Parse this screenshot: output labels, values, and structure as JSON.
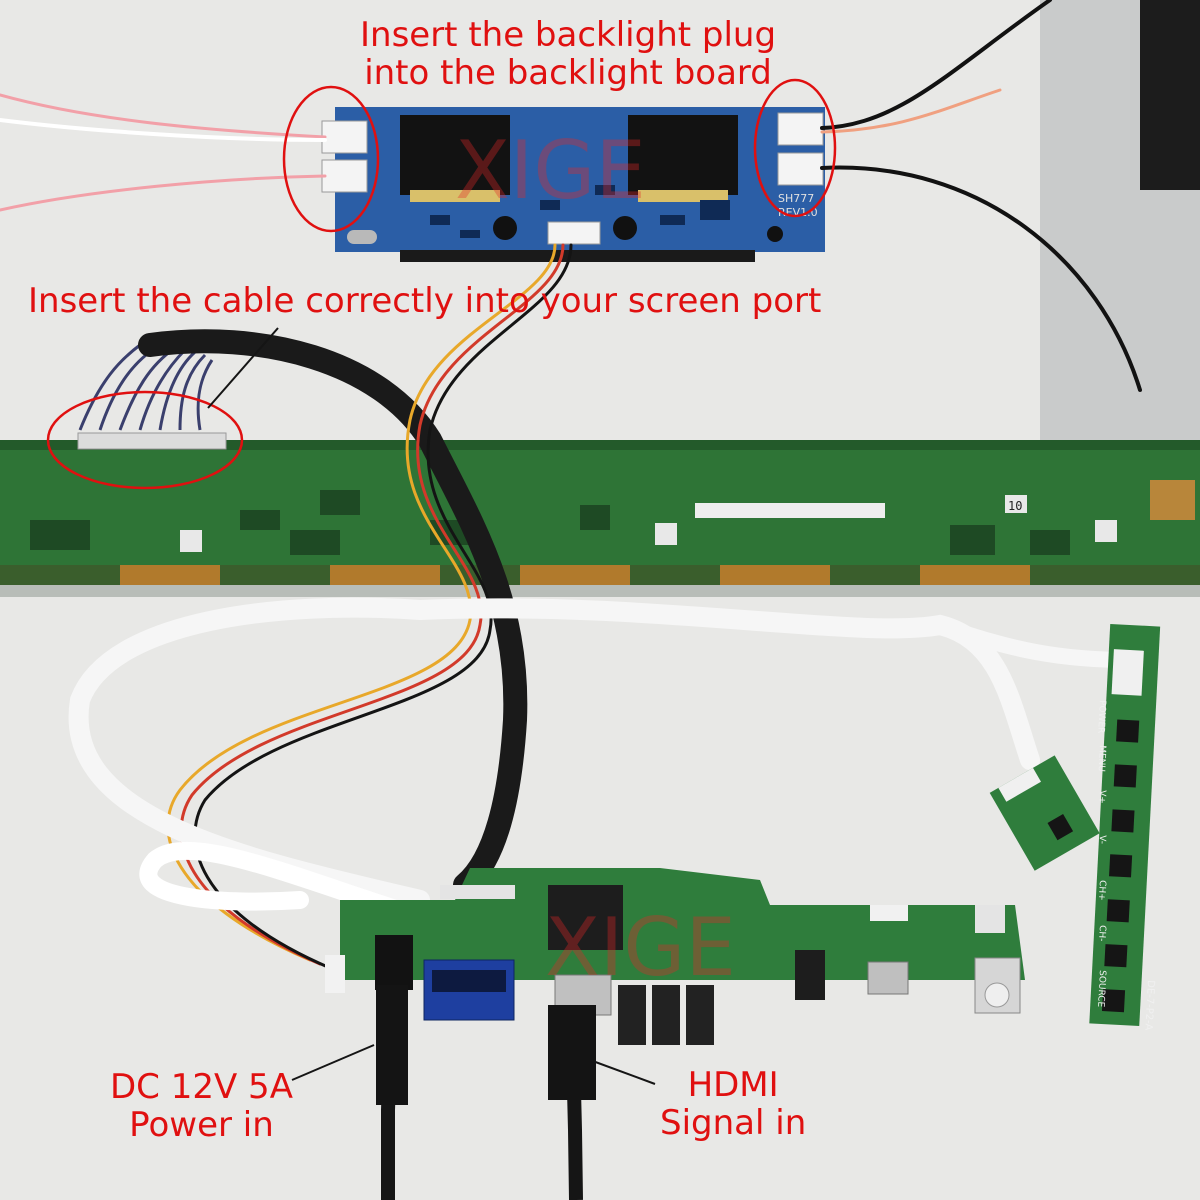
{
  "annotations": {
    "backlight": {
      "line1": "Insert the backlight plug",
      "line2": "into the backlight board"
    },
    "cable": {
      "text": "Insert the cable correctly into your screen port"
    },
    "power": {
      "line1": "DC 12V 5A",
      "line2": "Power in"
    },
    "hdmi": {
      "line1": "HDMI",
      "line2": "Signal in"
    }
  },
  "board_markings": {
    "watermark_top": "XIGE",
    "watermark_bottom": "XIGE",
    "inverter_model": "SH777",
    "inverter_rev": "REV1.0",
    "tcon_number": "10",
    "keypad_model": "DE-7-P2-A",
    "keypad_labels": [
      "POWER",
      "MENU",
      "V+",
      "V-",
      "CH+",
      "CH-",
      "SOURCE"
    ]
  },
  "colors": {
    "annotation": "#e01010",
    "pcb_green": "#2f7d3c",
    "pcb_blue": "#2d5fa6",
    "background": "#e7e7e5"
  }
}
